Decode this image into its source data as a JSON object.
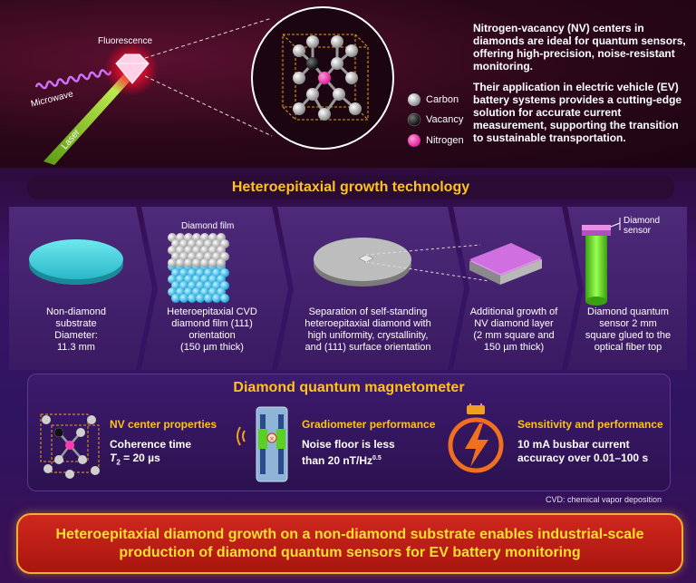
{
  "top": {
    "fluorescence_label": "Fluorescence",
    "microwave_label": "Microwave",
    "laser_label": "Laser",
    "legend": [
      {
        "label": "Carbon",
        "color": "#c8c8c8"
      },
      {
        "label": "Vacancy",
        "color": "#1a1a1a"
      },
      {
        "label": "Nitrogen",
        "color": "#ff3cb4"
      }
    ],
    "paragraph_1": "Nitrogen-vacancy (NV) centers in diamonds are ideal for quantum sensors, offering high-precision, noise-resistant monitoring.",
    "paragraph_2": "Their application in electric vehicle (EV) battery systems provides a cutting-edge solution for accurate current measurement, supporting the transition to sustainable transportation."
  },
  "growth": {
    "title": "Heteroepitaxial growth technology",
    "diamond_film_label": "Diamond film",
    "diamond_sensor_label_1": "Diamond",
    "diamond_sensor_label_2": "sensor",
    "steps": [
      {
        "lines": [
          "Non-diamond",
          "substrate",
          "Diameter:",
          "11.3 mm"
        ]
      },
      {
        "lines": [
          "Heteroepitaxial CVD",
          "diamond film (111)",
          "orientation",
          "(150 µm thick)"
        ]
      },
      {
        "lines": [
          "Separation of self-standing",
          "heteroepitaxial diamond with",
          "high uniformity, crystallinity,",
          "and (111) surface orientation"
        ]
      },
      {
        "lines": [
          "Additional growth of",
          "NV diamond layer",
          "(2 mm square and",
          "150 µm thick)"
        ]
      },
      {
        "lines": [
          "Diamond quantum",
          "sensor 2 mm",
          "square glued to the",
          "optical fiber top"
        ]
      }
    ]
  },
  "magnetometer": {
    "title": "Diamond quantum magnetometer",
    "nv_heading": "NV center properties",
    "nv_line1": "Coherence time",
    "nv_line2_prefix": "T",
    "nv_line2_sub": "2",
    "nv_line2_suffix": " = 20 µs",
    "grad_heading": "Gradiometer performance",
    "grad_line1": "Noise floor is less",
    "grad_line2": "than 20 nT/Hz",
    "grad_line2_sup": "0.5",
    "sens_heading": "Sensitivity and performance",
    "sens_line1": "10 mA busbar current",
    "sens_line2": "accuracy over 0.01–100 s"
  },
  "footnote": "CVD: chemical vapor deposition",
  "conclusion": "Heteroepitaxial diamond growth on a non-diamond substrate enables industrial-scale production of diamond quantum sensors for EV battery monitoring"
}
